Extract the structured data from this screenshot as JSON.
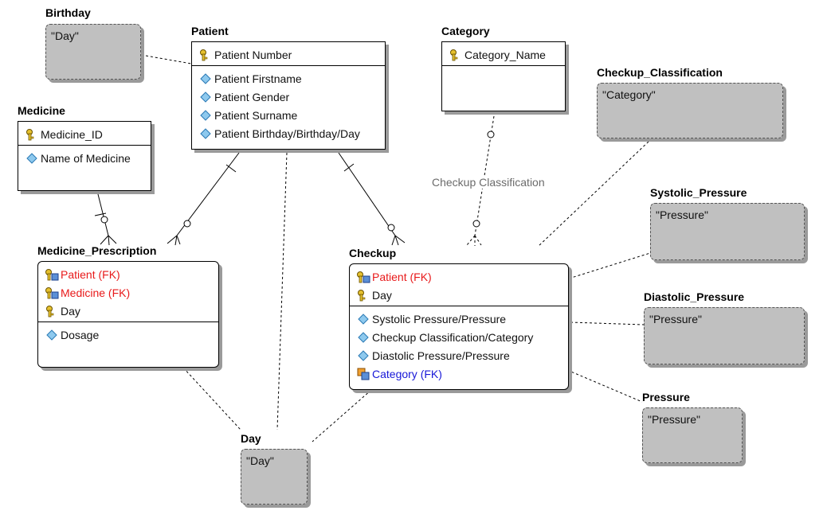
{
  "entities": {
    "patient": {
      "title": "Patient",
      "keys": [
        {
          "text": "Patient Number",
          "icon": "key-icon"
        }
      ],
      "attrs": [
        {
          "text": "Patient Firstname",
          "icon": "diamond-icon"
        },
        {
          "text": "Patient Gender",
          "icon": "diamond-icon"
        },
        {
          "text": "Patient Surname",
          "icon": "diamond-icon"
        },
        {
          "text": "Patient Birthday/Birthday/Day",
          "icon": "diamond-icon"
        }
      ]
    },
    "category": {
      "title": "Category",
      "keys": [
        {
          "text": "Category_Name",
          "icon": "key-icon"
        }
      ],
      "attrs": []
    },
    "medicine": {
      "title": "Medicine",
      "keys": [
        {
          "text": "Medicine_ID",
          "icon": "key-icon"
        }
      ],
      "attrs": [
        {
          "text": "Name of Medicine",
          "icon": "diamond-icon"
        }
      ]
    },
    "medicine_prescription": {
      "title": "Medicine_Prescription",
      "keys": [
        {
          "text": "Patient (FK)",
          "icon": "foreign-key-icon",
          "color": "#e8191a"
        },
        {
          "text": "Medicine (FK)",
          "icon": "foreign-key-icon",
          "color": "#e8191a"
        },
        {
          "text": "Day",
          "icon": "key-icon"
        }
      ],
      "attrs": [
        {
          "text": "Dosage",
          "icon": "diamond-icon"
        }
      ]
    },
    "checkup": {
      "title": "Checkup",
      "keys": [
        {
          "text": "Patient (FK)",
          "icon": "foreign-key-icon",
          "color": "#e8191a"
        },
        {
          "text": "Day",
          "icon": "key-icon"
        }
      ],
      "attrs": [
        {
          "text": "Systolic Pressure/Pressure",
          "icon": "diamond-icon"
        },
        {
          "text": "Checkup Classification/Category",
          "icon": "diamond-icon"
        },
        {
          "text": "Diastolic Pressure/Pressure",
          "icon": "diamond-icon"
        },
        {
          "text": "Category (FK)",
          "icon": "foreign-attr-icon",
          "color": "#1717d8"
        }
      ]
    }
  },
  "domains": {
    "birthday": {
      "title": "Birthday",
      "value": "\"Day\""
    },
    "checkup_classification": {
      "title": "Checkup_Classification",
      "value": "\"Category\""
    },
    "systolic_pressure": {
      "title": "Systolic_Pressure",
      "value": "\"Pressure\""
    },
    "diastolic_pressure": {
      "title": "Diastolic_Pressure",
      "value": "\"Pressure\""
    },
    "pressure": {
      "title": "Pressure",
      "value": "\"Pressure\""
    },
    "day": {
      "title": "Day",
      "value": "\"Day\""
    }
  },
  "relationships": {
    "checkup_classification_label": "Checkup Classification"
  },
  "colors": {
    "fk_red": "#e8191a",
    "fk_blue": "#1717d8",
    "domain_fill": "#c0c0c0",
    "relation_label": "#6b6b6b"
  }
}
